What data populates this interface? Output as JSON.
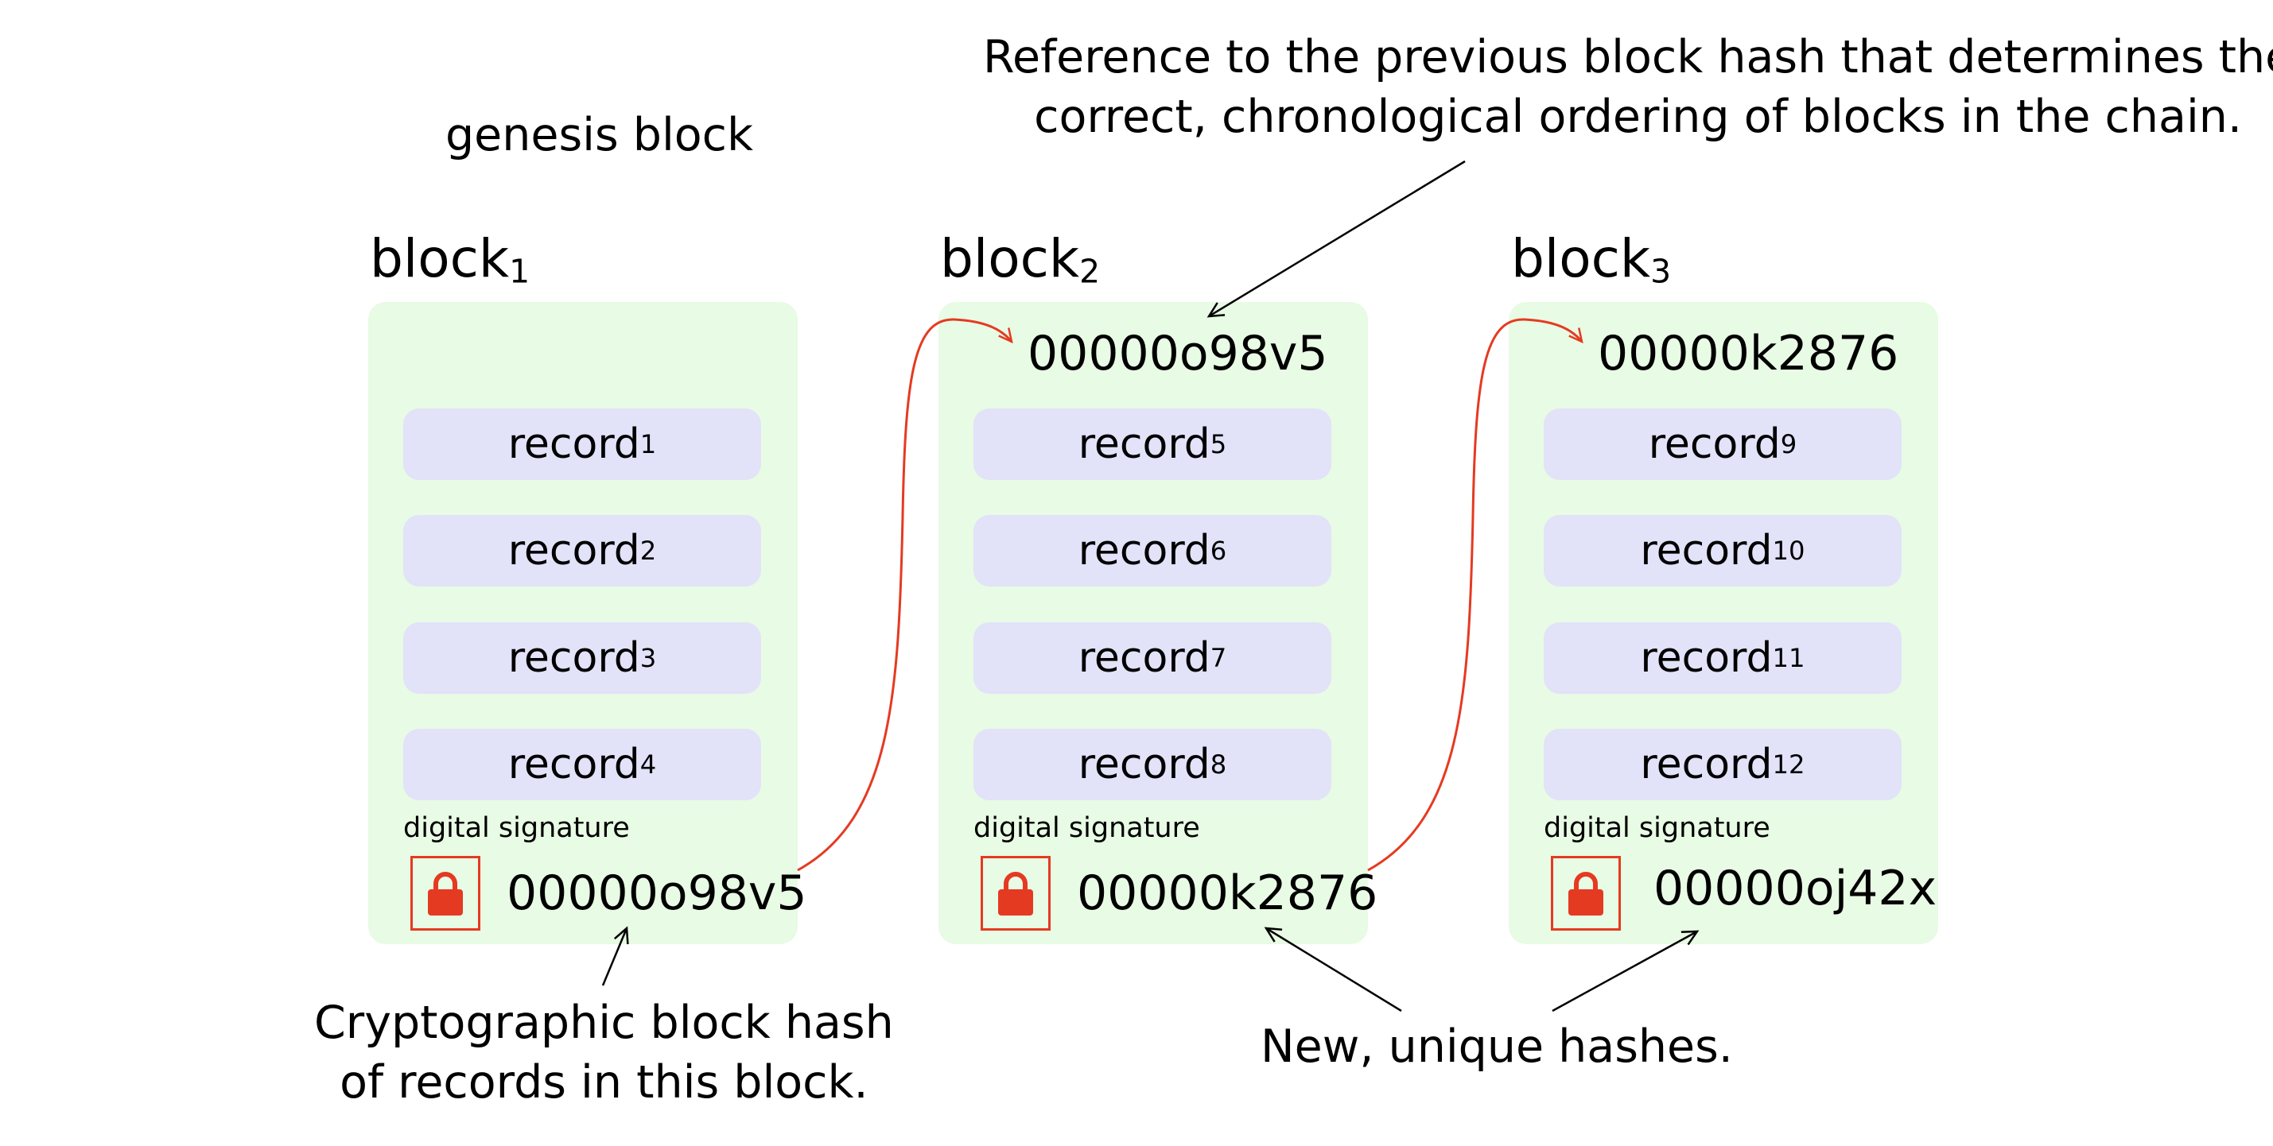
{
  "annotations": {
    "genesis": "genesis block",
    "reference_line1": "Reference to the previous block hash that determines the",
    "reference_line2": "correct, chronological ordering of blocks in the chain.",
    "crypto_line1": "Cryptographic block hash",
    "crypto_line2": "of records in this block.",
    "new_hashes": "New, unique hashes."
  },
  "blocks": [
    {
      "label": "block",
      "index": "1",
      "prev_hash": "",
      "records": [
        {
          "name": "record",
          "index": "1"
        },
        {
          "name": "record",
          "index": "2"
        },
        {
          "name": "record",
          "index": "3"
        },
        {
          "name": "record",
          "index": "4"
        }
      ],
      "signature_label": "digital signature",
      "hash": "00000o98v5"
    },
    {
      "label": "block",
      "index": "2",
      "prev_hash": "00000o98v5",
      "records": [
        {
          "name": "record",
          "index": "5"
        },
        {
          "name": "record",
          "index": "6"
        },
        {
          "name": "record",
          "index": "7"
        },
        {
          "name": "record",
          "index": "8"
        }
      ],
      "signature_label": "digital signature",
      "hash": "00000k2876"
    },
    {
      "label": "block",
      "index": "3",
      "prev_hash": "00000k2876",
      "records": [
        {
          "name": "record",
          "index": "9"
        },
        {
          "name": "record",
          "index": "10"
        },
        {
          "name": "record",
          "index": "11"
        },
        {
          "name": "record",
          "index": "12"
        }
      ],
      "signature_label": "digital signature",
      "hash": "00000oj42x"
    }
  ],
  "colors": {
    "block_fill": "#e8fbe4",
    "record_fill": "#e2e2f9",
    "link_arrow": "#e53a22",
    "lock": "#e53a22"
  },
  "icons": {
    "lock": "padlock-icon"
  }
}
